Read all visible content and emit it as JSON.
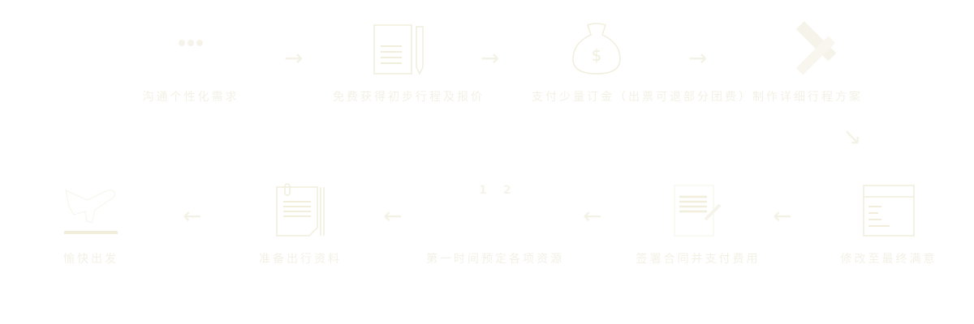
{
  "accent_color": "#f3f0df",
  "steps_top": [
    {
      "label": "沟通个性化需求",
      "icon": "chat-icon"
    },
    {
      "label": "免费获得初步行程及报价",
      "icon": "document-pen-icon"
    },
    {
      "label": "支付少量订金（出票可退部分团费）",
      "icon": "money-bag-icon"
    },
    {
      "label": "制作详细行程方案",
      "icon": "pencil-ruler-icon"
    }
  ],
  "steps_bottom": [
    {
      "label": "修改至最终满意",
      "icon": "window-list-icon"
    },
    {
      "label": "签署合同并支付费用",
      "icon": "contract-sign-icon"
    },
    {
      "label": "第一时间预定各项资源",
      "icon": "calendar-icon",
      "days": [
        "1",
        "2"
      ]
    },
    {
      "label": "准备出行资料",
      "icon": "clipboard-document-icon"
    },
    {
      "label": "愉快出发",
      "icon": "airplane-departure-icon"
    }
  ],
  "arrows": {
    "right": "→",
    "left": "←",
    "down": "↘"
  }
}
